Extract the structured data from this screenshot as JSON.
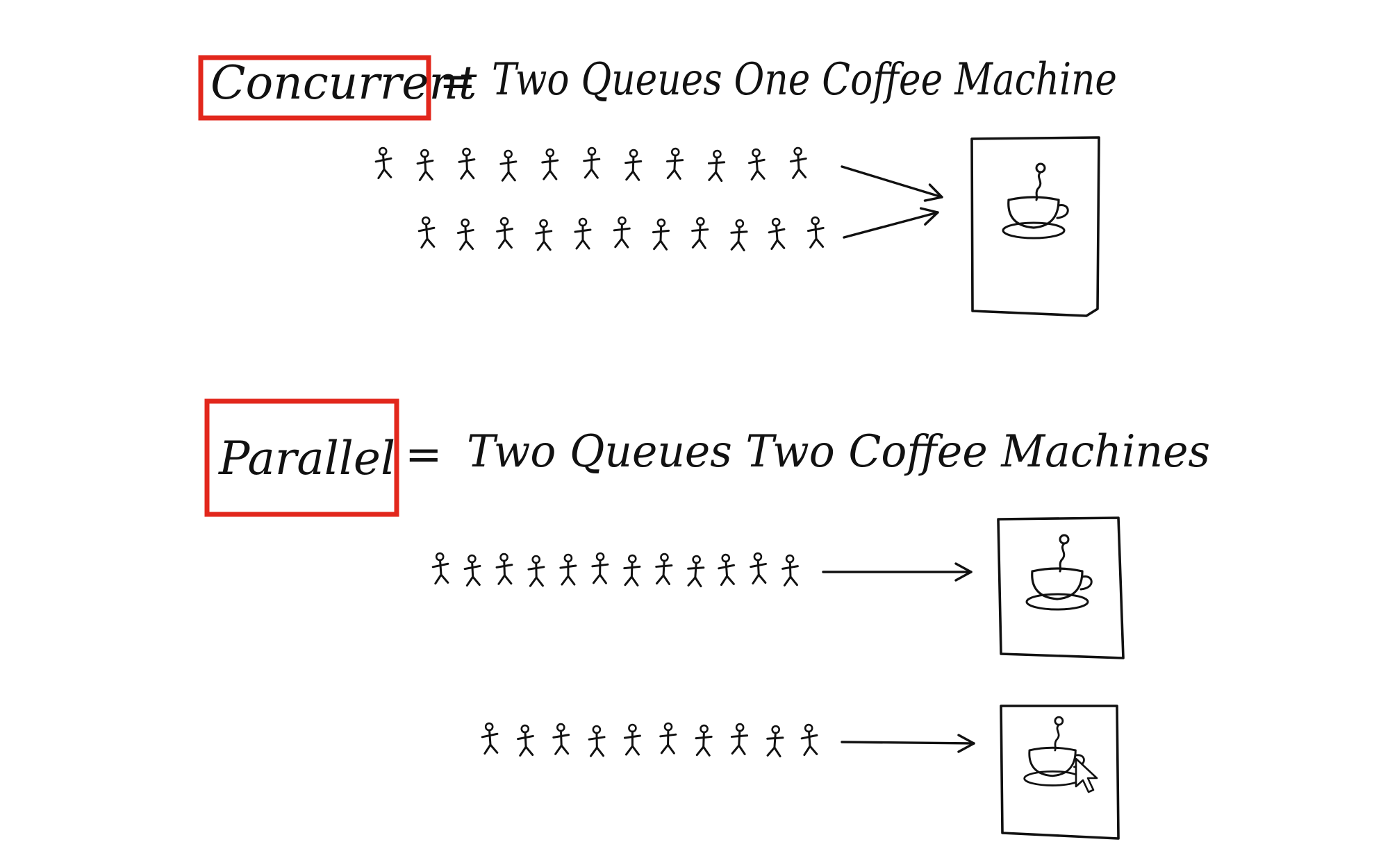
{
  "colors": {
    "highlight": "#e2271c",
    "ink": "#111111",
    "background": "#ffffff"
  },
  "concurrent": {
    "term": "Concurrent",
    "equals": "=",
    "description": "Two Queues One Coffee Machine",
    "queues": [
      {
        "people": 11
      },
      {
        "people": 11
      }
    ],
    "machines": [
      {
        "icon": "coffee-cup-icon"
      }
    ]
  },
  "parallel": {
    "term": "Parallel",
    "equals": "=",
    "description": "Two Queues Two Coffee Machines",
    "queues": [
      {
        "people": 12
      },
      {
        "people": 10
      }
    ],
    "machines": [
      {
        "icon": "coffee-cup-icon"
      },
      {
        "icon": "coffee-cup-icon"
      }
    ]
  },
  "cursor": {
    "icon": "mouse-cursor-icon"
  }
}
